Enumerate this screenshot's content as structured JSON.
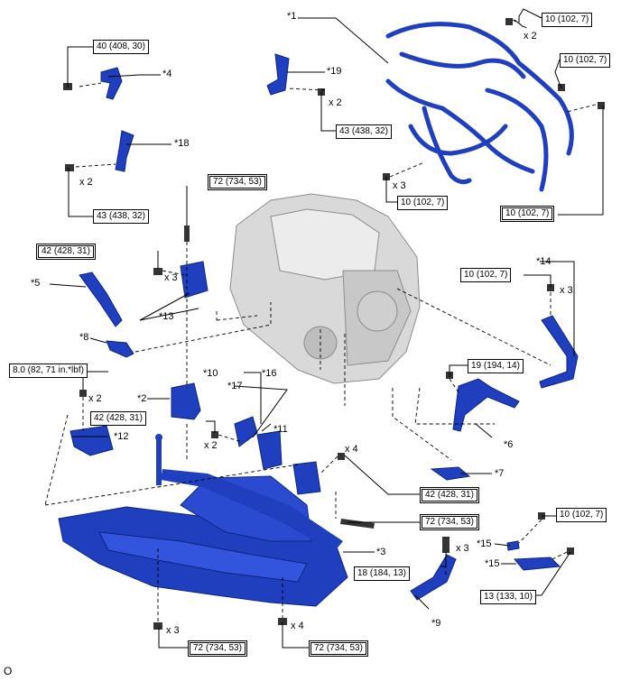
{
  "diagram": {
    "callouts": {
      "c1": "*1",
      "c2": "*2",
      "c3": "*3",
      "c4": "*4",
      "c5": "*5",
      "c6": "*6",
      "c7": "*7",
      "c8": "*8",
      "c9": "*9",
      "c10": "*10",
      "c11": "*11",
      "c12": "*12",
      "c13": "*13",
      "c14": "*14",
      "c15a": "*15",
      "c15b": "*15",
      "c16": "*16",
      "c17": "*17",
      "c18": "*18",
      "c19": "*19"
    },
    "torques": {
      "t_40_408_30": "40 (408, 30)",
      "t_43_top": "43 (438, 32)",
      "t_43_left": "43 (438, 32)",
      "t_10_a": "10 (102, 7)",
      "t_10_b": "10 (102, 7)",
      "t_10_c": "10 (102, 7)",
      "t_10_d": "10 (102, 7)",
      "t_10_e": "10 (102, 7)",
      "t_10_f": "10 (102, 7)",
      "t_72_top": "72 (734, 53)",
      "t_42_left": "42 (428, 31)",
      "t_8_0": "8.0 (82, 71 in.*lbf)",
      "t_42_mid": "42 (428, 31)",
      "t_19": "19 (194, 14)",
      "t_42_right": "42 (428, 31)",
      "t_72_right": "72 (734, 53)",
      "t_18": "18 (184, 13)",
      "t_13": "13 (133, 10)",
      "t_72_bl": "72 (734, 53)",
      "t_72_br": "72 (734, 53)"
    },
    "quantities": {
      "q_top_right": "x 2",
      "q_19": "x 2",
      "q_18": "x 2",
      "q_harness": "x 3",
      "q_13": "x 3",
      "q_14": "x 3",
      "q_12": "x 2",
      "q_11": "x 2",
      "q_bracket": "x 4",
      "q_9": "x 3",
      "q_bl": "x 3",
      "q_br": "x 4"
    },
    "figure_code": "O",
    "part_color": "#1f3fbf"
  }
}
